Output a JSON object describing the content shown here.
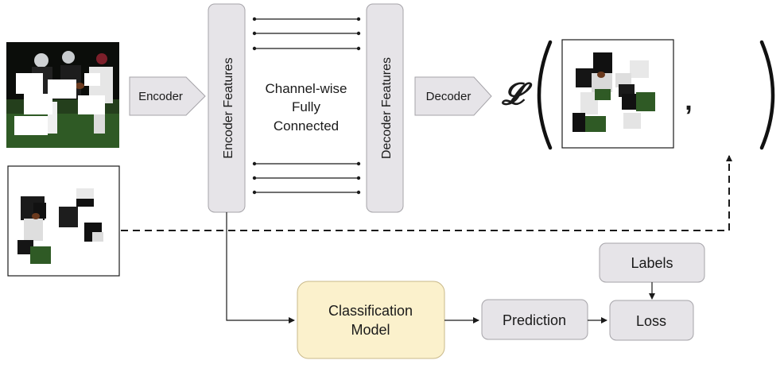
{
  "nodes": {
    "encoder": "Encoder",
    "encoder_features": "Encoder Features",
    "channel_wise_line1": "Channel-wise",
    "channel_wise_line2": "Fully",
    "channel_wise_line3": "Connected",
    "decoder_features": "Decoder Features",
    "decoder": "Decoder",
    "loss_symbol": "𝓛",
    "comma": ",",
    "classification_line1": "Classification",
    "classification_line2": "Model",
    "prediction": "Prediction",
    "labels": "Labels",
    "loss": "Loss"
  },
  "colors": {
    "box_fill": "#e6e4e8",
    "box_stroke": "#a5a3a8",
    "classification_fill": "#fbf1cc",
    "classification_stroke": "#c9b98a",
    "line": "#1a1a1a",
    "grass": "#2f5a25",
    "dark": "#111111"
  }
}
